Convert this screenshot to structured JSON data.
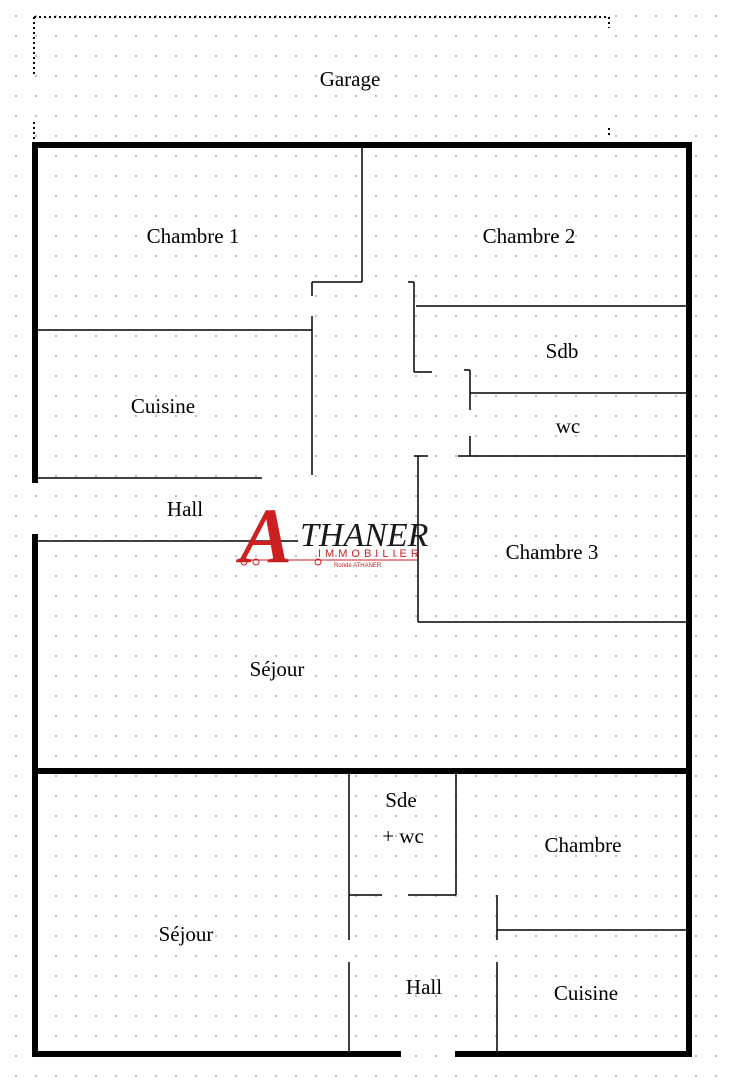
{
  "plan": {
    "garage_label": "Garage",
    "upper_unit": {
      "chambre1": "Chambre 1",
      "chambre2": "Chambre 2",
      "sdb": "Sdb",
      "wc": "wc",
      "cuisine": "Cuisine",
      "hall": "Hall",
      "chambre3": "Chambre 3",
      "sejour": "Séjour"
    },
    "lower_unit": {
      "sde_line1": "Sde",
      "sde_line2": "+ wc",
      "chambre": "Chambre",
      "sejour": "Séjour",
      "hall": "Hall",
      "cuisine": "Cuisine"
    }
  },
  "watermark": {
    "brand_initial": "A",
    "brand_rest": "THANER",
    "tagline": "IMMOBILIER",
    "small_text": "Ronde ATHANER",
    "accent_color": "#cc1f1f"
  }
}
